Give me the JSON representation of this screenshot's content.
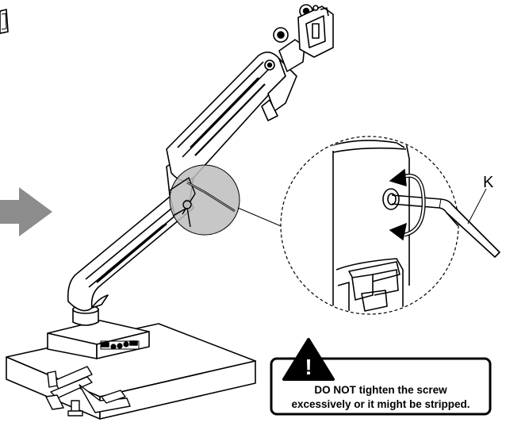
{
  "callout": {
    "label": "K"
  },
  "warning": {
    "icon_glyph": "!",
    "line1": "DO NOT tighten the screw",
    "line2": "excessively or it might be stripped."
  },
  "colors": {
    "direction_arrow": "#8c8c8c",
    "zoom_highlight": "#bdbdbd",
    "line": "#000000",
    "desk_shadow": "#d9d9d9"
  },
  "icons": {
    "direction_arrow": "right-arrow-icon",
    "rotation": "rotate-arrows-icon",
    "warning": "warning-triangle-icon"
  }
}
